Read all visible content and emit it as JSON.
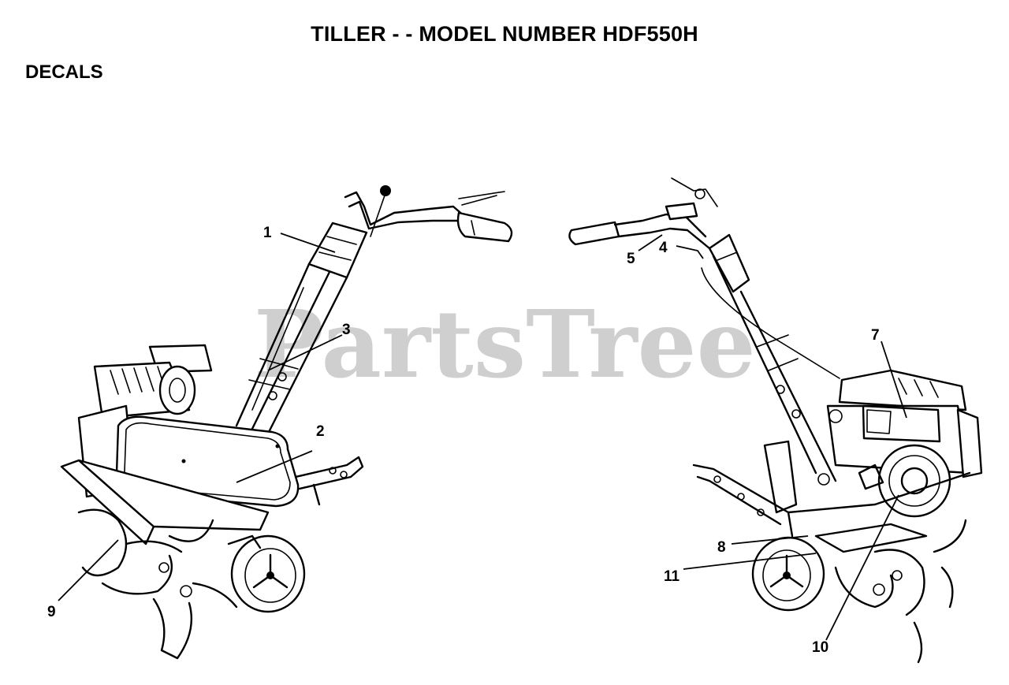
{
  "header": {
    "title": "TILLER - - MODEL NUMBER HDF550H",
    "section": "DECALS"
  },
  "watermark": "PartsTree",
  "callouts": [
    {
      "label": "1"
    },
    {
      "label": "2"
    },
    {
      "label": "3"
    },
    {
      "label": "4"
    },
    {
      "label": "5"
    },
    {
      "label": "7"
    },
    {
      "label": "8"
    },
    {
      "label": "9"
    },
    {
      "label": "10"
    },
    {
      "label": "11"
    }
  ]
}
